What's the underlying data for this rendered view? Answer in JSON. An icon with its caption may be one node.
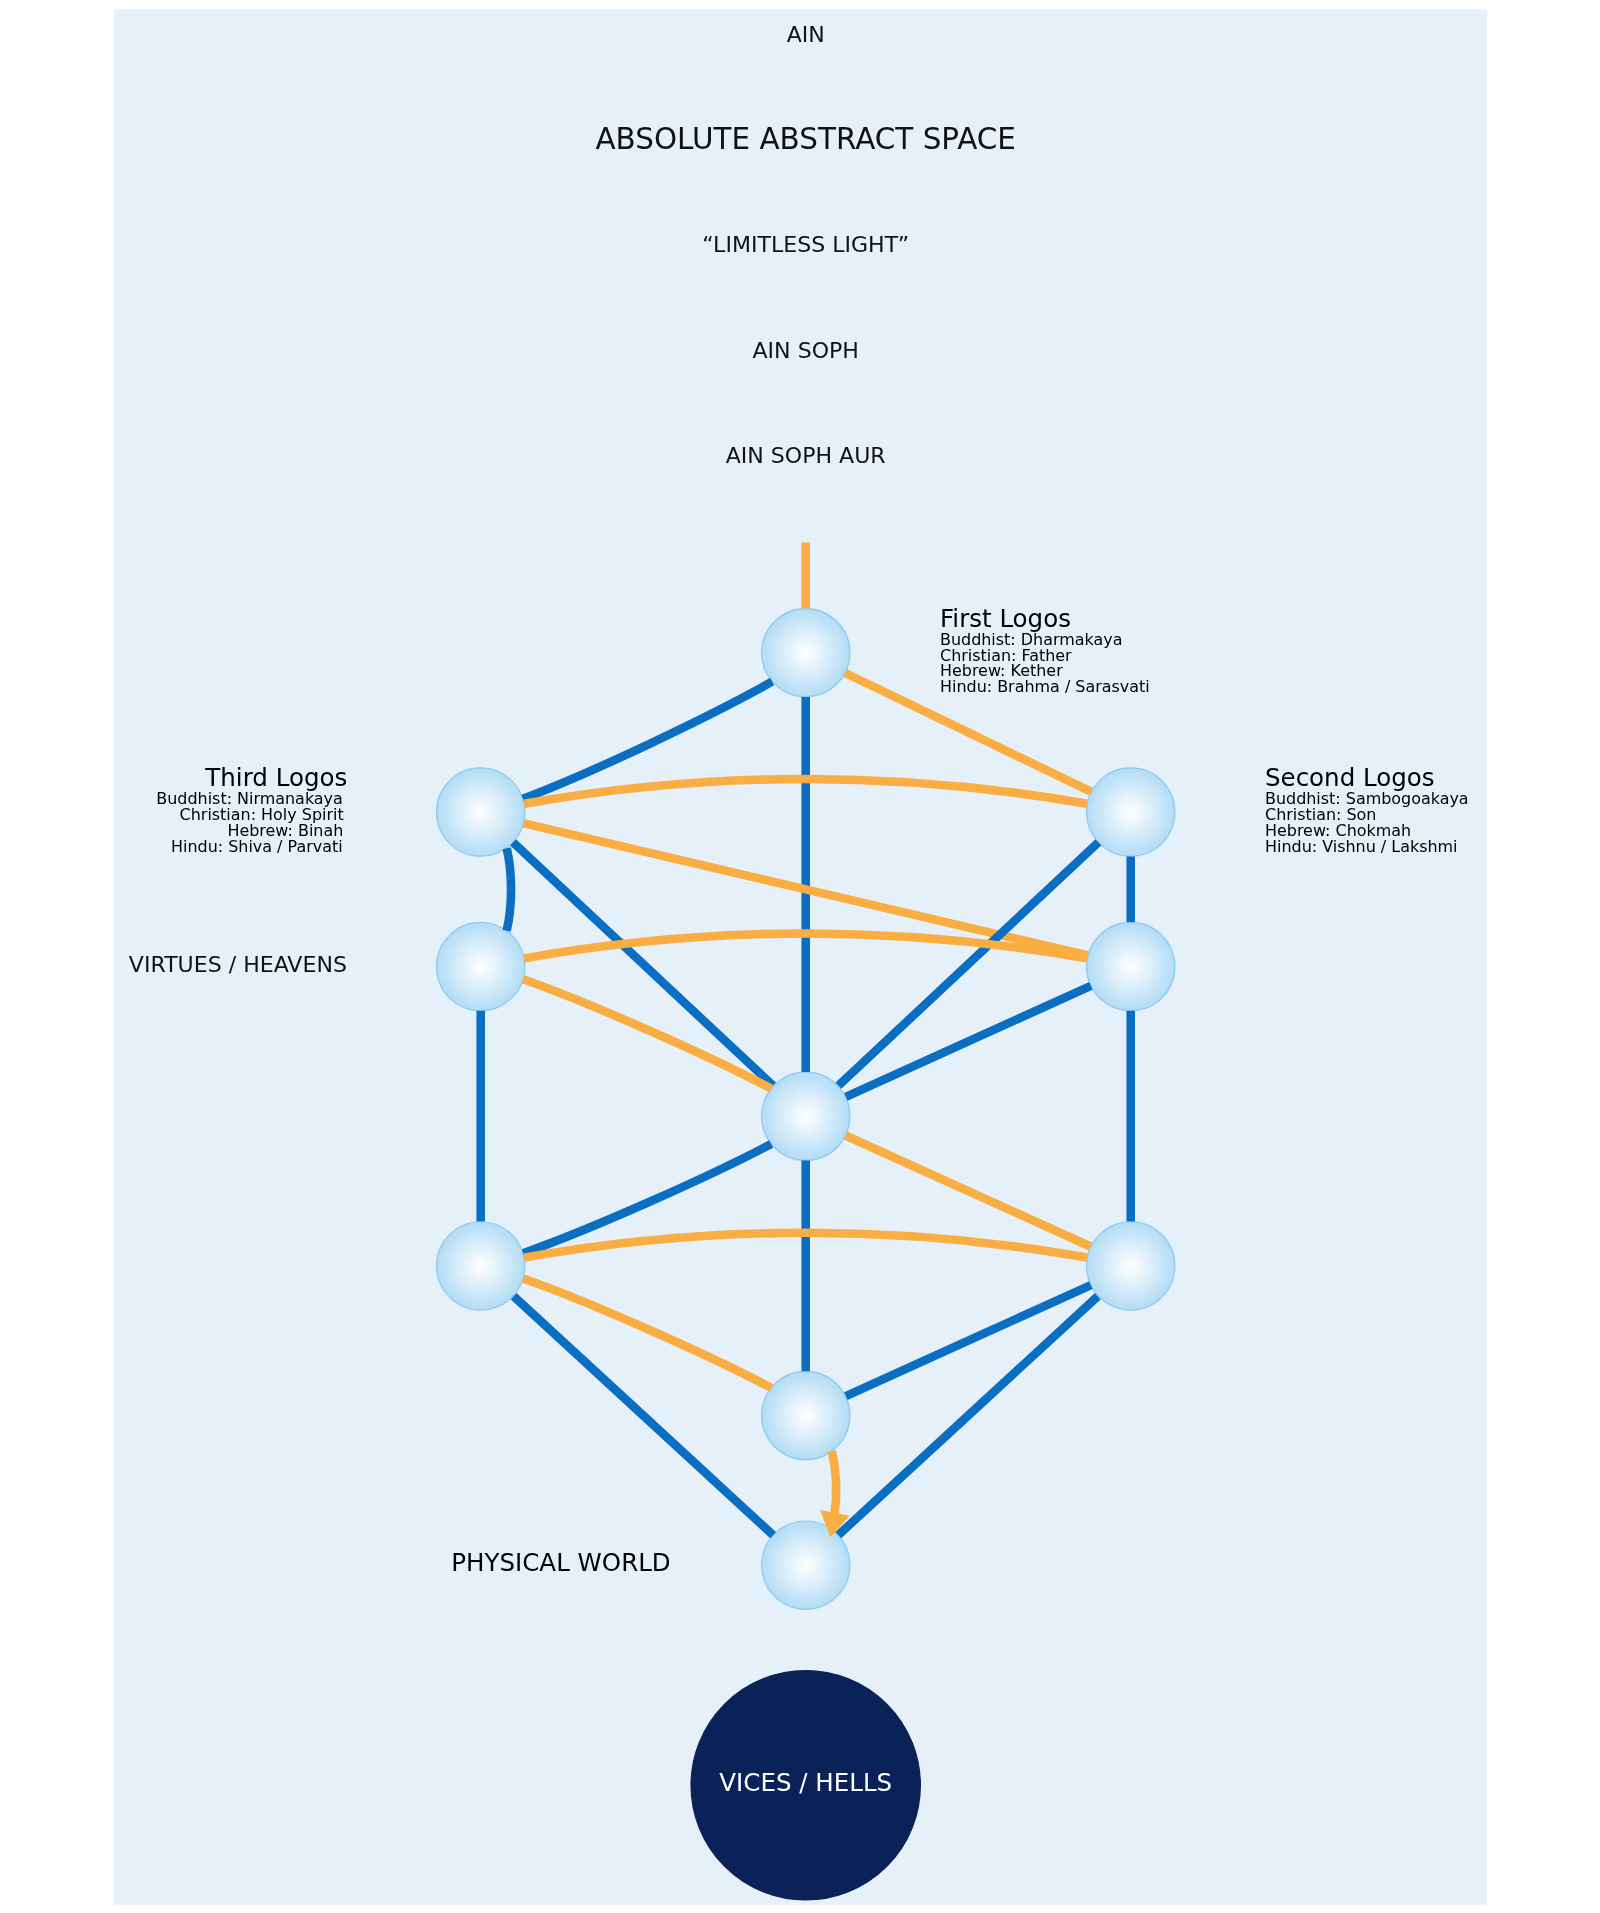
{
  "diagram": {
    "nodes": [
      {
        "text": [],
        "shape": "circle",
        "beside": [
          "First Logos",
          "Buddhist: Dharmakaya",
          "Christian: Father",
          "Hebrew: Kether",
          "Hindu: Brahma / Sarasvati"
        ]
      },
      {
        "text": [],
        "shape": "circle",
        "beside": [
          "Third Logos",
          "Buddhist: Nirmanakaya",
          "Christian: Holy Spirit",
          "Hebrew: Binah",
          "Hindu: Shiva / Parvati"
        ]
      },
      {
        "text": [],
        "shape": "circle",
        "beside": [
          "Second Logos",
          "Buddhist: Sambogoakaya",
          "Christian: Son",
          "Hebrew: Chokmah",
          "Hindu: Vishnu / Lakshmi"
        ]
      },
      {
        "text": [],
        "shape": "circle"
      },
      {
        "text": [],
        "shape": "circle"
      },
      {
        "text": [],
        "shape": "circle"
      },
      {
        "text": [],
        "shape": "circle"
      },
      {
        "text": [],
        "shape": "circle"
      },
      {
        "text": [],
        "shape": "circle"
      },
      {
        "text": [],
        "shape": "circle",
        "beside": [
          "PHYSICAL WORLD"
        ]
      },
      {
        "text": [
          "VICES / HELLS"
        ]
      }
    ],
    "edges": [
      {
        "from": 0,
        "to": 1,
        "arrow": "none"
      },
      {
        "from": 0,
        "to": 5,
        "arrow": "none"
      },
      {
        "from": 1,
        "to": 3,
        "arrow": "none"
      },
      {
        "from": 1,
        "to": 5,
        "arrow": "none"
      },
      {
        "from": 2,
        "to": 4,
        "arrow": "none"
      },
      {
        "from": 2,
        "to": 5,
        "arrow": "none"
      },
      {
        "from": 4,
        "to": 5,
        "arrow": "none"
      },
      {
        "from": 3,
        "to": 6,
        "arrow": "none"
      },
      {
        "from": 4,
        "to": 7,
        "arrow": "none"
      },
      {
        "from": 5,
        "to": 6,
        "arrow": "none"
      },
      {
        "from": 5,
        "to": 8,
        "arrow": "none"
      },
      {
        "from": 7,
        "to": 8,
        "arrow": "none"
      },
      {
        "from": 6,
        "to": 9,
        "arrow": "none"
      },
      {
        "from": 7,
        "to": 9,
        "arrow": "none"
      },
      {
        "from": null,
        "to": 0,
        "arrow": "none",
        "color": "#f9ad42"
      },
      {
        "from": 0,
        "to": 2,
        "arrow": "none",
        "color": "#f9ad42"
      },
      {
        "from": 2,
        "to": 1,
        "arrow": "none",
        "color": "#f9ad42"
      },
      {
        "from": 1,
        "to": 4,
        "arrow": "none",
        "color": "#f9ad42"
      },
      {
        "from": 4,
        "to": 3,
        "arrow": "none",
        "color": "#f9ad42"
      },
      {
        "from": 3,
        "to": 5,
        "arrow": "none",
        "color": "#f9ad42"
      },
      {
        "from": 5,
        "to": 7,
        "arrow": "none",
        "color": "#f9ad42"
      },
      {
        "from": 7,
        "to": 6,
        "arrow": "none",
        "color": "#f9ad42"
      },
      {
        "from": 6,
        "to": 8,
        "arrow": "none",
        "color": "#f9ad42"
      },
      {
        "from": 8,
        "to": 9,
        "arrow": "to",
        "color": "#f9ad42"
      }
    ],
    "labels": [
      "AIN",
      "ABSOLUTE ABSTRACT SPACE",
      "“LIMITLESS LIGHT”",
      "AIN SOPH",
      "AIN SOPH AUR",
      "VIRTUES / HEAVENS"
    ]
  }
}
